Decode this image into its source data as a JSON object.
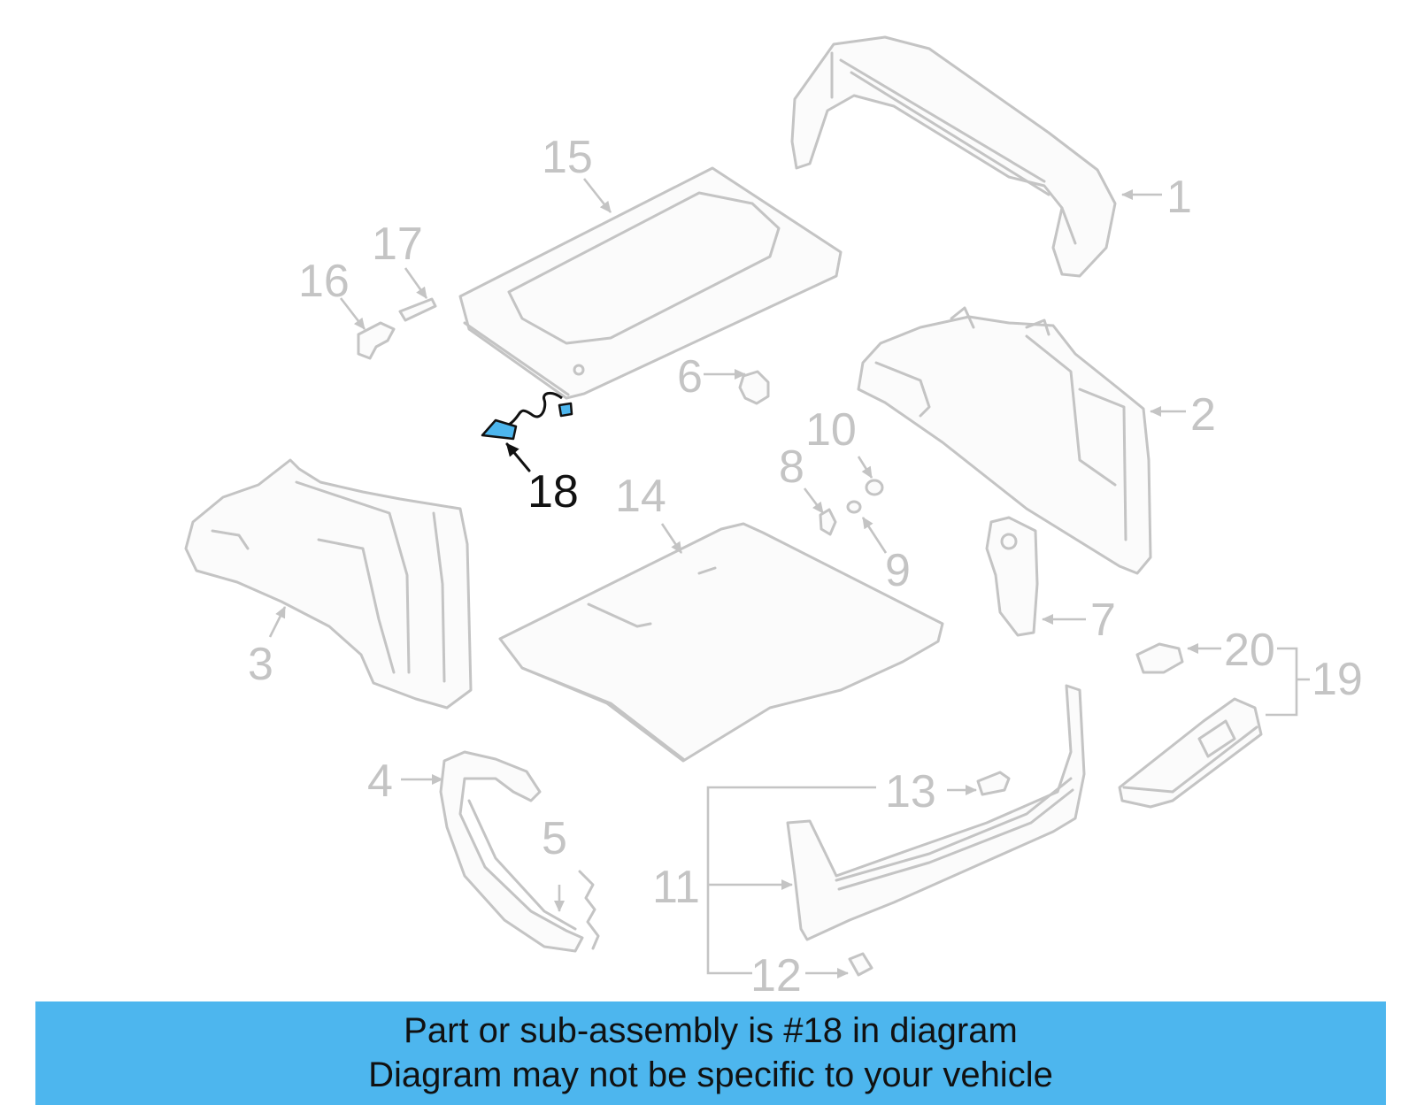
{
  "callouts": {
    "c1": "1",
    "c2": "2",
    "c3": "3",
    "c4": "4",
    "c5": "5",
    "c6": "6",
    "c7": "7",
    "c8": "8",
    "c9": "9",
    "c10": "10",
    "c11": "11",
    "c12": "12",
    "c13": "13",
    "c14": "14",
    "c15": "15",
    "c16": "16",
    "c17": "17",
    "c18": "18",
    "c19": "19",
    "c20": "20"
  },
  "highlighted_part": "18",
  "colors": {
    "highlight": "#4db6ee",
    "parts": "#c4c4c4",
    "callout_active": "#111111"
  },
  "banner": {
    "line1": "Part or sub-assembly is #18 in diagram",
    "line2": "Diagram may not be specific to your vehicle"
  }
}
